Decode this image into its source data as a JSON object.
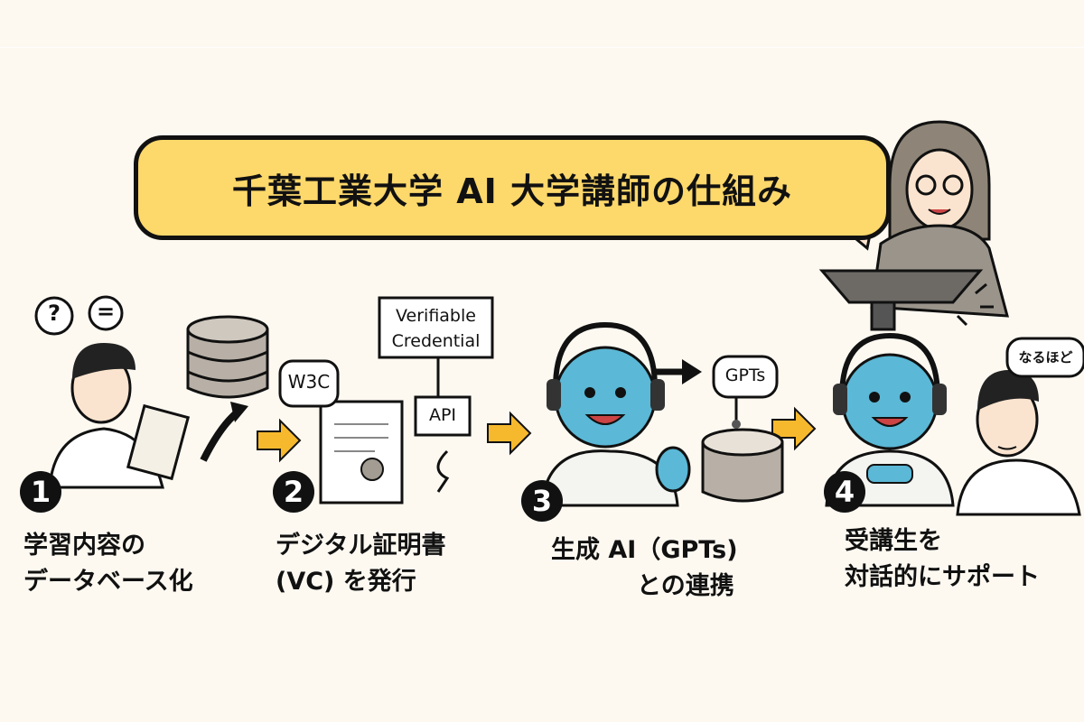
{
  "title": "千葉工業大学 AI 大学講師の仕組み",
  "steps": [
    {
      "number": "1",
      "line1": "学習内容の",
      "line2": "データベース化"
    },
    {
      "number": "2",
      "line1": "デジタル証明書",
      "line2": "(VC) を発行"
    },
    {
      "number": "3",
      "line1": "生成 AI（GPTs)",
      "line2": "との連携"
    },
    {
      "number": "4",
      "line1": "受講生を",
      "line2": "対話的にサポート"
    }
  ],
  "illustration_text": {
    "verifiable_line1": "Verifiable",
    "verifiable_line2": "Credential",
    "w3c": "W3C",
    "api": "API",
    "gpts": "GPTs",
    "naruhodo": "なるほど",
    "question": "?",
    "equals": "="
  },
  "colors": {
    "accent_yellow": "#fdd86b",
    "robot_blue": "#5bb8d6",
    "database_gray": "#b8b0a6",
    "arrow_yellow": "#f6b92e"
  }
}
